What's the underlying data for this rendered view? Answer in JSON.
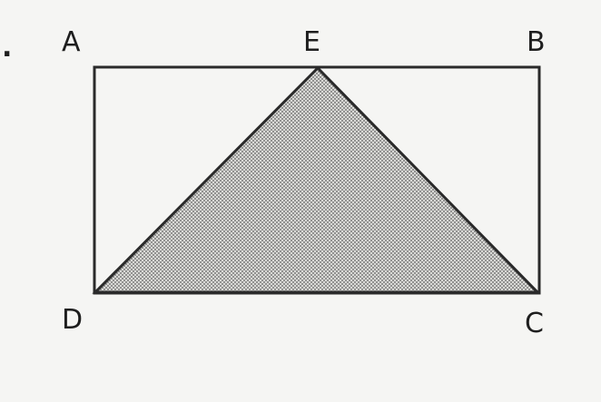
{
  "diagram": {
    "bullet": ".",
    "vertices": {
      "A": "A",
      "B": "B",
      "C": "C",
      "D": "D",
      "E": "E"
    },
    "colors": {
      "background": "#f5f5f3",
      "stroke": "#2a2a2a",
      "shade_dots": "#6a6a6a",
      "shade_fill": "#dcdcda"
    }
  }
}
